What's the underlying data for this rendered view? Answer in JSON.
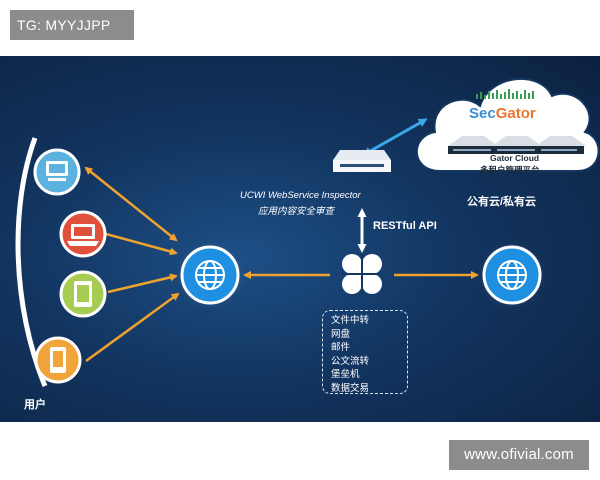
{
  "tag_label": "TG: MYYJJPP",
  "watermark": "www.ofivial.com",
  "diagram": {
    "user_label": "用户",
    "inspector_title": "UCWI WebService Inspector",
    "inspector_subtitle": "应用内容安全审查",
    "restful_label": "RESTful API",
    "cloud_brand_sec": "Sec",
    "cloud_brand_gator": "Gator",
    "cloud_title": "Gator Cloud",
    "cloud_subtitle": "多租户管理平台",
    "cloud_caption": "公有云/私有云",
    "services": [
      "文件中转",
      "网盘",
      "邮件",
      "公文流转",
      "堡垒机",
      "数据交易"
    ]
  },
  "colors": {
    "arrow_orange": "#f0a22e",
    "arrow_white": "#ffffff",
    "arrow_blue": "#3aa7e8",
    "globe_blue": "#1e8fe1",
    "user_device_blue": "#5bb2df",
    "user_device_red": "#e0513d",
    "user_device_green": "#a6cc52",
    "user_device_orange": "#f1a43a",
    "secgator_sec": "#3a8fd6",
    "secgator_gator": "#e8742b"
  }
}
